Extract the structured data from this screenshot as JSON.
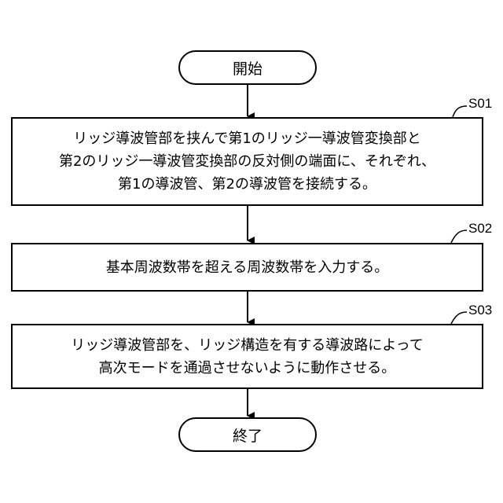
{
  "start": {
    "label": "開始"
  },
  "end": {
    "label": "終了"
  },
  "steps": [
    {
      "id": "S01",
      "lines": [
        "リッジ導波管部を挟んで第1のリッジ一導波管変換部と",
        "第2のリッジ一導波管変換部の反対側の端面に、それぞれ、",
        "第1の導波管、第2の導波管を接続する。"
      ]
    },
    {
      "id": "S02",
      "lines": [
        "基本周波数帯を超える周波数帯を入力する。"
      ]
    },
    {
      "id": "S03",
      "lines": [
        "リッジ導波管部を、リッジ構造を有する導波路によって",
        "高次モードを通過させないように動作させる。"
      ]
    }
  ]
}
